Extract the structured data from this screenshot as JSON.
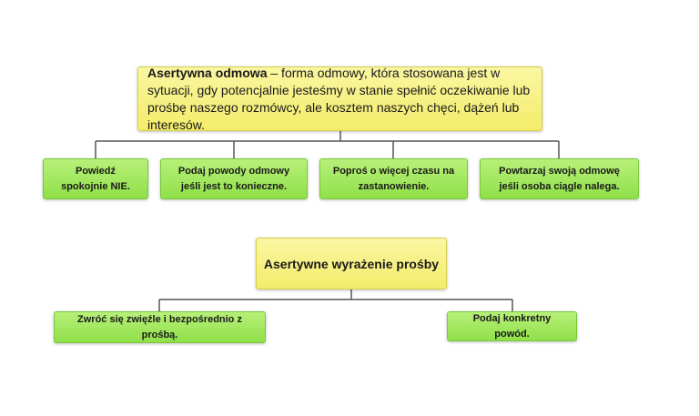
{
  "diagram_1": {
    "root": {
      "term": "Asertywna odmowa",
      "definition": " – forma odmowy, która stosowana jest w sytuacji, gdy potencjalnie jesteśmy w stanie spełnić oczekiwanie lub prośbę naszego rozmówcy, ale kosztem naszych chęci, dążeń lub interesów."
    },
    "children": [
      "Powiedź spokojnie NIE.",
      "Podaj powody odmowy jeśli jest to konieczne.",
      "Poproś o więcej czasu na zastanowienie.",
      "Powtarzaj swoją odmowę jeśli osoba ciągle nalega."
    ]
  },
  "diagram_2": {
    "root": "Asertywne wyrażenie prośby",
    "children": [
      "Zwróć się zwięźle i bezpośrednio z prośbą.",
      "Podaj konkretny powód."
    ]
  },
  "colors": {
    "root_fill": "#f3ec6a",
    "child_fill": "#8fe049",
    "connector": "#555555"
  }
}
